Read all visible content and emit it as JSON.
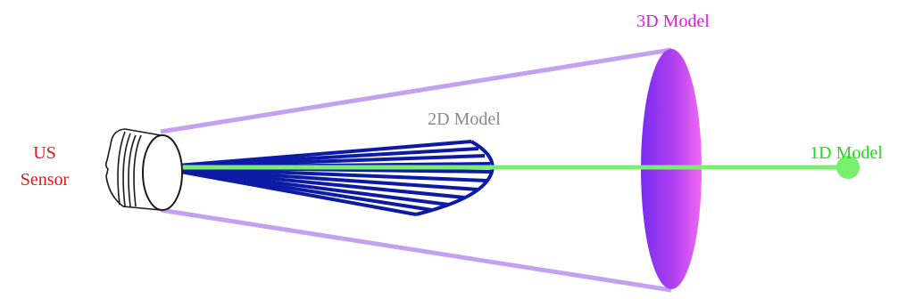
{
  "labels": {
    "sensor_line1": "US",
    "sensor_line2": "Sensor",
    "model_2d": "2D Model",
    "model_3d": "3D Model",
    "model_1d": "1D Model"
  },
  "colors": {
    "sensor_text": "#e8141b",
    "model_3d_text": "#e11ee0",
    "model_2d_text": "#8a8a8a",
    "model_1d_text": "#24d81c",
    "cone_outline": "#c4a0f0",
    "beam_2d": "#0c1aa6",
    "beam_1d": "#78f06e",
    "ellipse_light": "#f060f0",
    "ellipse_dark": "#7a2cf0"
  },
  "icons": {
    "sensor": "ultrasound-sensor-icon",
    "endpoint": "dot-marker-icon"
  }
}
